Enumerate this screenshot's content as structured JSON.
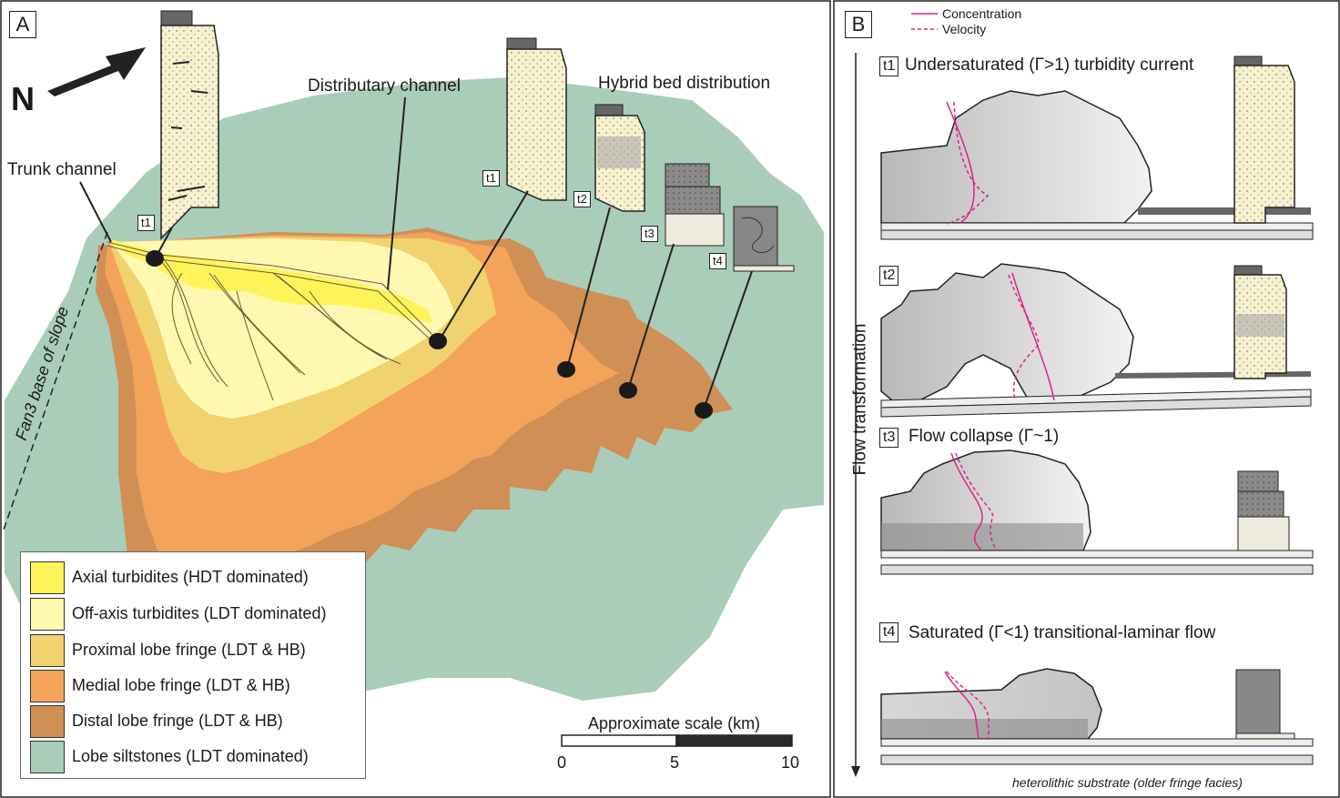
{
  "panel_a": {
    "letter": "A",
    "north": "N",
    "labels": {
      "distributary": "Distributary channel",
      "hybrid": "Hybrid bed distribution",
      "trunk": "Trunk channel",
      "base_of_slope": "Fan3 base of slope"
    },
    "time_tags": {
      "t1_trunk": "t1",
      "t1": "t1",
      "t2": "t2",
      "t3": "t3",
      "t4": "t4"
    },
    "legend": [
      {
        "label": "Axial turbidites (HDT dominated)",
        "color": "#fff35a"
      },
      {
        "label": "Off-axis turbidites (LDT dominated)",
        "color": "#fff8b0"
      },
      {
        "label": "Proximal lobe fringe (LDT & HB)",
        "color": "#f0d26e"
      },
      {
        "label": "Medial lobe fringe (LDT & HB)",
        "color": "#f4a35a"
      },
      {
        "label": "Distal lobe fringe (LDT & HB)",
        "color": "#cf8f55"
      },
      {
        "label": "Lobe siltstones (LDT dominated)",
        "color": "#a9cdb8"
      }
    ],
    "scale": {
      "title": "Approximate scale (km)",
      "ticks": [
        "0",
        "5",
        "10"
      ]
    }
  },
  "panel_b": {
    "letter": "B",
    "key": {
      "concentration": "Concentration",
      "velocity": "Velocity"
    },
    "axis_label": "Flow transformation",
    "stages": [
      {
        "tag": "t1",
        "title": "Undersaturated (Γ>1) turbidity current"
      },
      {
        "tag": "t2",
        "title": ""
      },
      {
        "tag": "t3",
        "title": "Flow collapse (Γ~1)"
      },
      {
        "tag": "t4",
        "title": "Saturated (Γ<1) transitional-laminar flow"
      }
    ],
    "substrate": "heterolithic substrate (older fringe facies)"
  },
  "colors": {
    "curve": "#e0208a",
    "frame": "#222222",
    "sand": "#f7f1cf"
  }
}
